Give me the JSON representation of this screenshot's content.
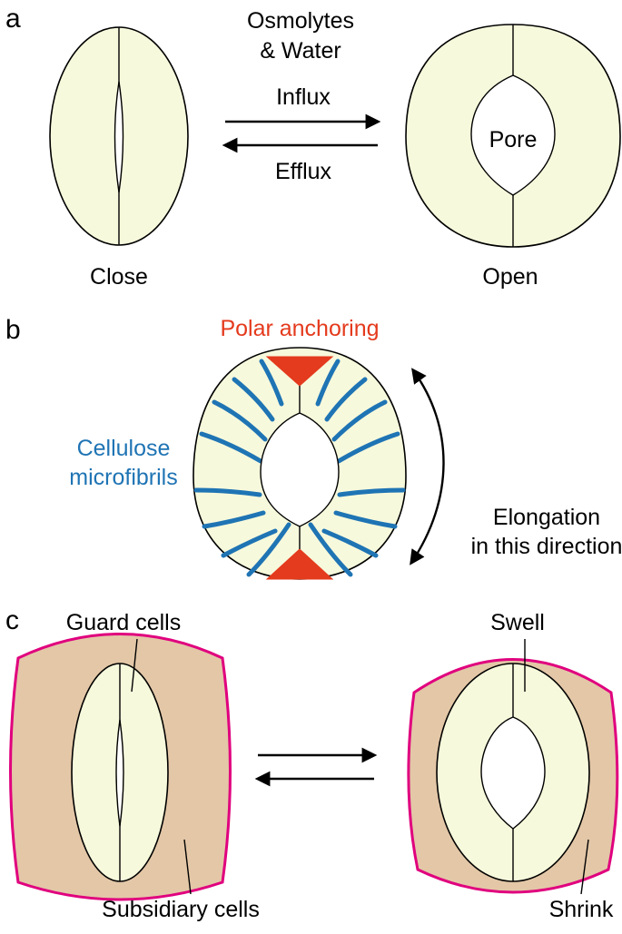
{
  "colors": {
    "guard_cell_fill": "#f7f9dc",
    "subsidiary_fill": "#e3c7a7",
    "subsidiary_outline": "#e0007e",
    "anchoring_red": "#e43a1d",
    "microfibril_blue": "#1f74b4",
    "outline": "#000000"
  },
  "panel_a": {
    "letter": "a",
    "osmolytes_line1": "Osmolytes",
    "osmolytes_line2": "& Water",
    "influx": "Influx",
    "efflux": "Efflux",
    "pore": "Pore",
    "close": "Close",
    "open": "Open"
  },
  "panel_b": {
    "letter": "b",
    "polar_anchoring": "Polar anchoring",
    "cellulose_line1": "Cellulose",
    "cellulose_line2": "microfibrils",
    "elongation_line1": "Elongation",
    "elongation_line2": "in this direction"
  },
  "panel_c": {
    "letter": "c",
    "guard_cells": "Guard cells",
    "subsidiary_cells": "Subsidiary cells",
    "swell": "Swell",
    "shrink": "Shrink"
  }
}
